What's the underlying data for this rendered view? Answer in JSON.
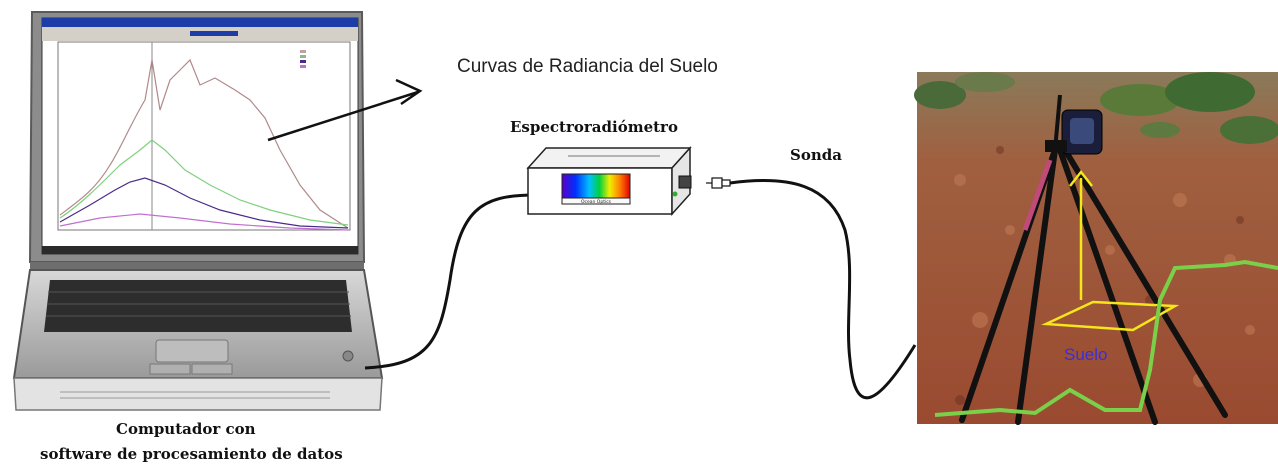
{
  "labels": {
    "curves": "Curvas de Radiancia del Suelo",
    "spectroradiometer": "Espectroradiómetro",
    "probe": "Sonda",
    "computer_line1": "Computador con",
    "computer_line2": "software de procesamiento de datos",
    "soil": "Suelo"
  },
  "colors": {
    "soil_label": "#3a2fd6",
    "soil_profile": "#7bd04a",
    "axes_marker": "#f5e61a",
    "cable": "#111111",
    "arrow": "#111111"
  },
  "screen_curve_colors": [
    "#b08a8a",
    "#7fd07f",
    "#4a2a8a",
    "#c070d0"
  ],
  "device_panel_text": "Ocean Optics"
}
